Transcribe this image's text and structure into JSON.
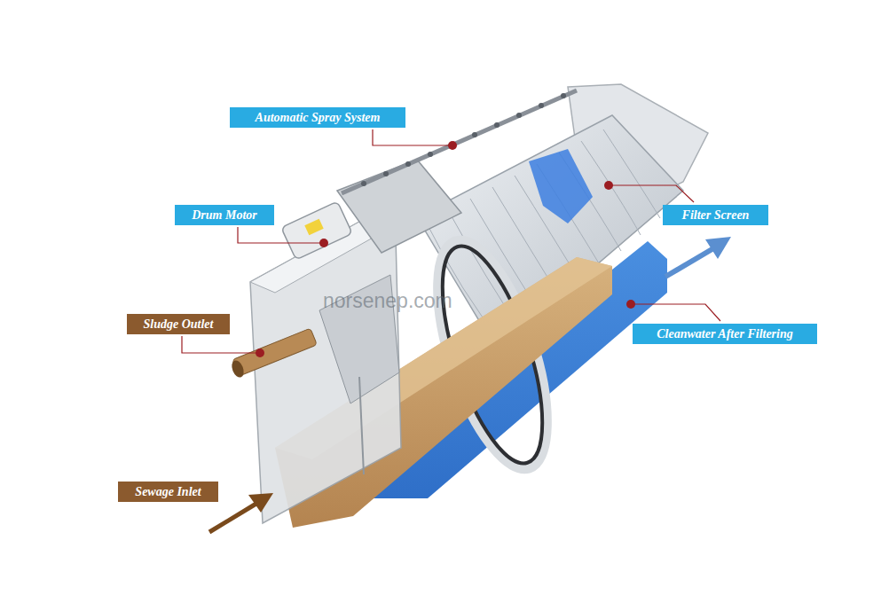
{
  "diagram": {
    "nodes": [
      {
        "text": [
          "Automatic Spray System"
        ]
      },
      {
        "text": [
          "Drum Motor"
        ]
      },
      {
        "text": [
          "Filter Screen"
        ]
      },
      {
        "text": [
          "Sludge Outlet"
        ]
      },
      {
        "text": [
          "Cleanwater After Filtering"
        ]
      },
      {
        "text": [
          "Sewage Inlet"
        ]
      }
    ],
    "labels": [
      "norsenep.com"
    ]
  }
}
